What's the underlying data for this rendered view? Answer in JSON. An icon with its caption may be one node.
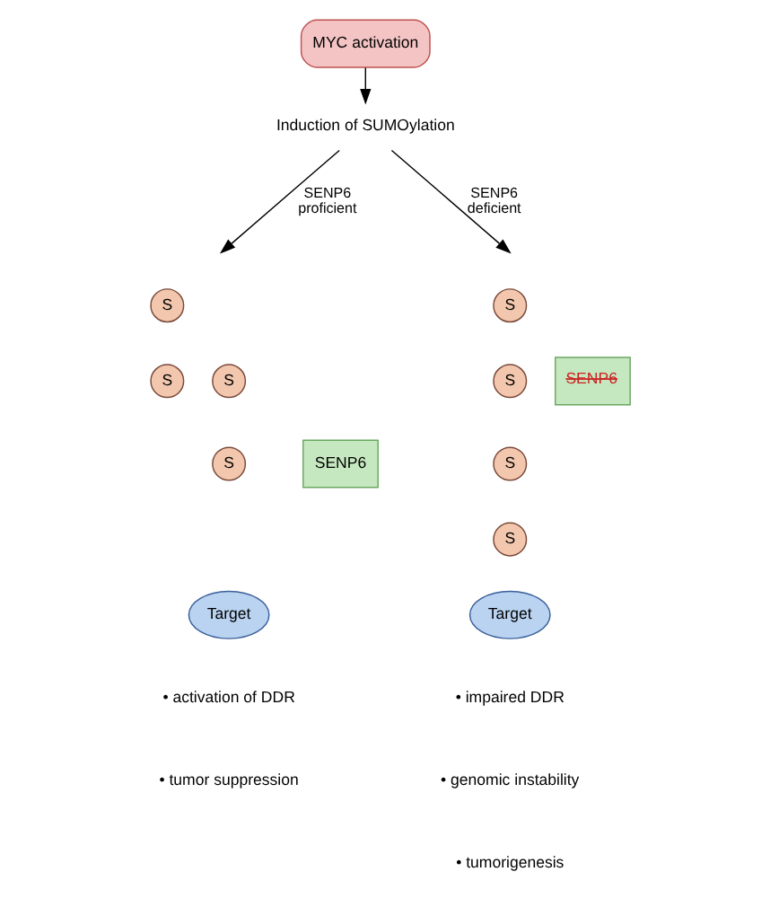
{
  "diagram": {
    "nodes": [
      {
        "text": [
          "MYC activation"
        ]
      },
      {
        "text": [
          "Induction of SUMOylation"
        ]
      },
      {
        "text": [
          "S"
        ]
      },
      {
        "text": [
          "S"
        ]
      },
      {
        "text": [
          "S"
        ]
      },
      {
        "text": [
          "S"
        ]
      },
      {
        "text": [
          "SENP6"
        ]
      },
      {
        "text": [
          "Target"
        ]
      },
      {
        "text": [
          "S"
        ]
      },
      {
        "text": [
          "S"
        ]
      },
      {
        "text": [
          "S"
        ]
      },
      {
        "text": [
          "S"
        ]
      },
      {
        "text": [
          "SENP6"
        ]
      },
      {
        "text": [
          "Target"
        ]
      }
    ],
    "edges": [
      {
        "from": 0,
        "to": 1,
        "arrow": "to"
      },
      {
        "from": 1,
        "to": null,
        "arrow": "to",
        "label": "SENP6 proficient"
      },
      {
        "from": 1,
        "to": null,
        "arrow": "to",
        "label": "SENP6 deficient"
      }
    ],
    "labels": [
      "• activation of DDR",
      "• tumor suppression",
      "• impaired DDR",
      "• genomic instability",
      "• tumorigenesis"
    ]
  }
}
